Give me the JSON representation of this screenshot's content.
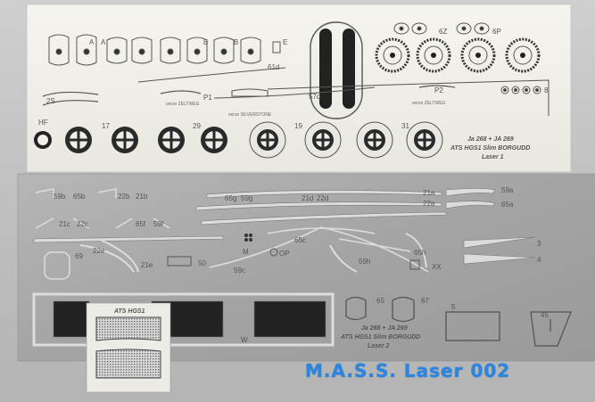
{
  "caption": "M.A.S.S. Laser 002",
  "sheet1": {
    "code": "Ja 268 + JA 269",
    "title": "ATS HGS1 Slim BORGUDD",
    "sheet": "Laser 1",
    "notes": [
      "verze ZELTWEG",
      "verze SILVERSTONE",
      "verze ZELTWEG"
    ],
    "labels": {
      "top": [
        "A",
        "A",
        "B",
        "B",
        "E",
        "6Z",
        "6P",
        "8"
      ],
      "mid": [
        "61d",
        "57d",
        "P2",
        "P1",
        "2S"
      ],
      "wheels": [
        "HF",
        "17",
        "29",
        "19",
        "31"
      ]
    }
  },
  "sheet2": {
    "code": "Ja 268 + JA 269",
    "title": "ATS HGS1 Slim BORGUDD",
    "sheet": "Laser 2",
    "labels": [
      "59b",
      "65b",
      "22b",
      "21b",
      "65g",
      "59g",
      "21d",
      "22d",
      "21a",
      "22a",
      "59a",
      "65a",
      "21c",
      "22c",
      "65f",
      "59f",
      "65c",
      "3",
      "4",
      "69",
      "22e",
      "21e",
      "50",
      "M",
      "OP",
      "59h",
      "65h",
      "XX",
      "59c",
      "65",
      "67",
      "5",
      "45",
      "W"
    ]
  },
  "mini_sheet": {
    "title": "ATS HGS1"
  },
  "colors": {
    "paper_white": "#f1efe8",
    "steel_sheet": "#a7a7a7",
    "caption_blue": "#2a86e0"
  }
}
